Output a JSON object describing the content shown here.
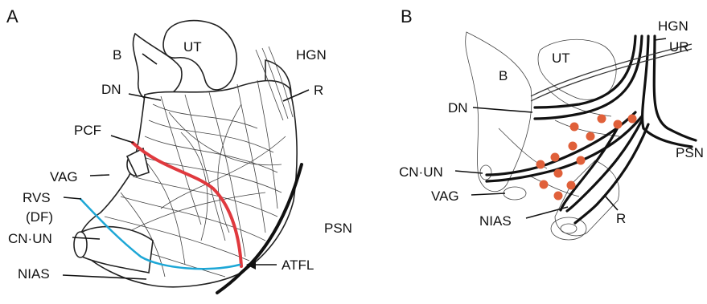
{
  "panel_a": {
    "letter": "A",
    "labels": {
      "ut": "UT",
      "b": "B",
      "hgn": "HGN",
      "dn": "DN",
      "r": "R",
      "pcf": "PCF",
      "vag": "VAG",
      "rvs": "RVS",
      "df": "(DF)",
      "cnun": "CN·UN",
      "psn": "PSN",
      "nias": "NIAS",
      "atfl": "ATFL"
    }
  },
  "panel_b": {
    "letter": "B",
    "labels": {
      "hgn": "HGN",
      "ut": "UT",
      "ur": "UR",
      "b": "B",
      "dn": "DN",
      "psn": "PSN",
      "cnun": "CN·UN",
      "vag": "VAG",
      "r": "R",
      "nias": "NIAS"
    }
  },
  "colors": {
    "pcf_line": "#e0393e",
    "rvs_line": "#1ea7d6",
    "dots": "#e0603a",
    "ink": "#111111"
  }
}
